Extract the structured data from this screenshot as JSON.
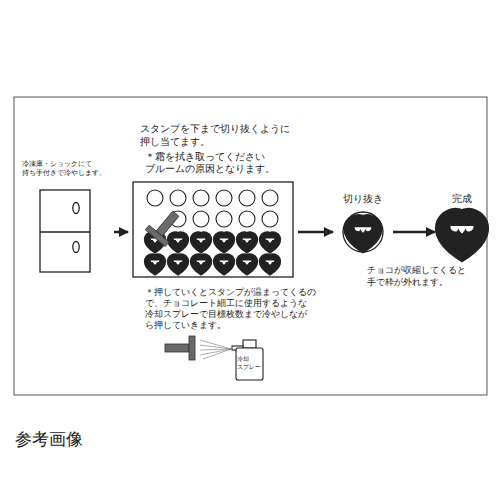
{
  "diagram": {
    "nodes": [
      {
        "text": [
          "冷凍庫・ショックにて 持ち手付きで冷やします。"
        ]
      },
      {
        "text": [
          "スタンプを下まで切り抜くように 押し当てます。",
          "＊霜を拭き取ってください ブルームの原因となります。"
        ]
      },
      {
        "text": [
          "切り抜き"
        ]
      },
      {
        "text": [
          "完成"
        ]
      },
      {
        "text": [
          "冷却 スプレー"
        ]
      }
    ],
    "edges": [
      {
        "from": 0,
        "to": 1,
        "arrow": "to"
      },
      {
        "from": 1,
        "to": 2,
        "arrow": "to"
      },
      {
        "from": 2,
        "to": 3,
        "arrow": "to"
      }
    ],
    "labels": [
      "チョコが収縮してくると 手で枠が外れます。",
      "＊押していくとスタンプが温まってくるの で、チョコレート細工に使用するような 冷却スプレーで目標枚数まで冷やしなが ら押していきます。",
      "参考画像"
    ]
  }
}
